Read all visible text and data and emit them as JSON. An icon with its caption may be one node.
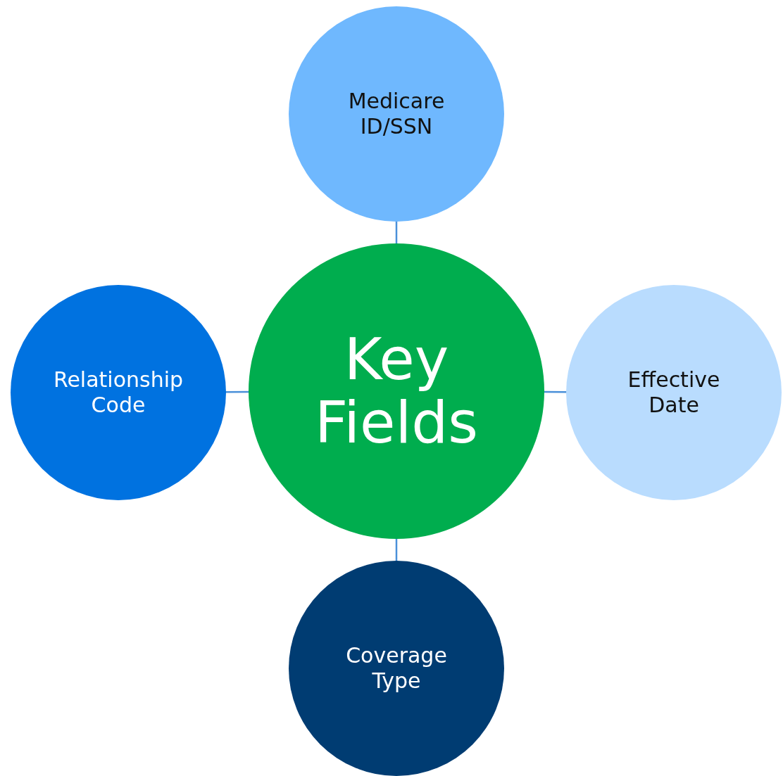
{
  "diagram": {
    "nodes": [
      {
        "text": [
          "Medicare ID/SSN"
        ]
      },
      {
        "text": [
          "Relationship Code"
        ]
      },
      {
        "text": [
          "Key Fields"
        ]
      },
      {
        "text": [
          "Effective Date"
        ]
      },
      {
        "text": [
          "Coverage Type"
        ]
      }
    ],
    "edges": [
      {
        "from": 2,
        "to": 0,
        "arrow": "none"
      },
      {
        "from": 2,
        "to": 1,
        "arrow": "none"
      },
      {
        "from": 2,
        "to": 3,
        "arrow": "none"
      },
      {
        "from": 2,
        "to": 4,
        "arrow": "none"
      }
    ]
  }
}
